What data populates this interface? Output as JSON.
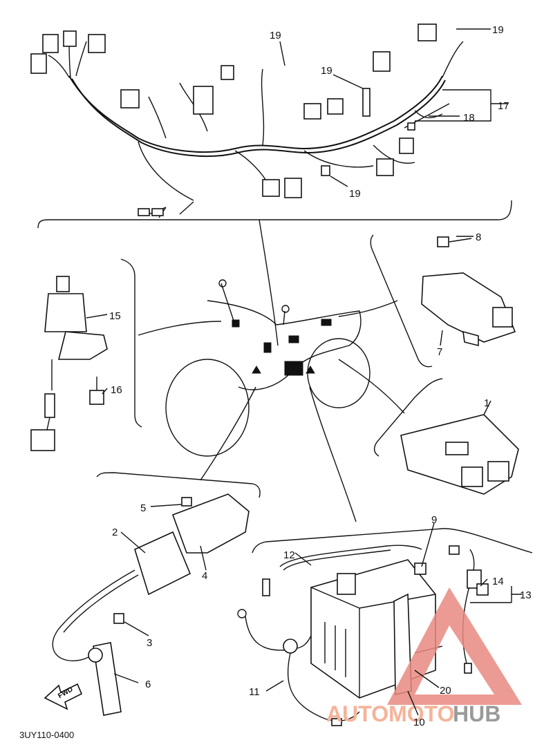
{
  "diagram": {
    "code": "3UY110-0400",
    "fwd_label": "FWD",
    "watermark": {
      "text_left": "AUTOMOTO",
      "text_right": "HUB",
      "color_left": "#f5b39a",
      "color_right": "#9a9a9a",
      "triangle_color": "#e88a80"
    }
  },
  "labels": {
    "p1": "1",
    "p2": "2",
    "p3": "3",
    "p4": "4",
    "p5": "5",
    "p6": "6",
    "p7": "7",
    "p8": "8",
    "p9": "9",
    "p10": "10",
    "p11": "11",
    "p12": "12",
    "p13": "13",
    "p14": "14",
    "p15": "15",
    "p16": "16",
    "p17": "17",
    "p18": "18",
    "p19a": "19",
    "p19b": "19",
    "p19c": "19",
    "p19d": "19",
    "p20": "20"
  }
}
